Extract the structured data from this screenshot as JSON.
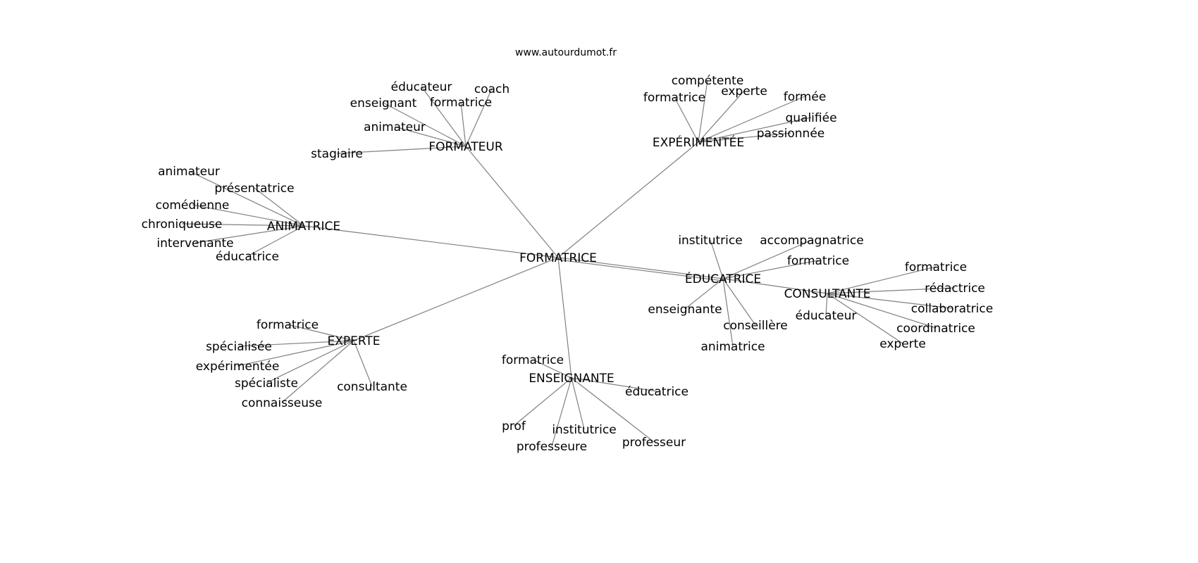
{
  "title": "www.autourdumot.fr",
  "colors": {
    "edge": "#808080",
    "text": "#000000"
  },
  "graph": {
    "center": "FORMATRICE",
    "hubs": [
      {
        "label": "FORMATEUR",
        "leaves": [
          "éducateur",
          "coach",
          "enseignant",
          "formatrice",
          "stagiaire",
          "animateur"
        ]
      },
      {
        "label": "EXPÉRIMENTÉE",
        "leaves": [
          "compétente",
          "formatrice",
          "experte",
          "formée",
          "qualifiée",
          "passionnée"
        ]
      },
      {
        "label": "ANIMATRICE",
        "leaves": [
          "animateur",
          "présentatrice",
          "comédienne",
          "chroniqueuse",
          "intervenante",
          "éducatrice"
        ]
      },
      {
        "label": "ÉDUCATRICE",
        "leaves": [
          "institutrice",
          "accompagnatrice",
          "formatrice",
          "enseignante",
          "conseillère",
          "animatrice"
        ]
      },
      {
        "label": "CONSULTANTE",
        "parent": "ÉDUCATRICE",
        "leaves": [
          "formatrice",
          "rédactrice",
          "collaboratrice",
          "coordinatrice",
          "experte",
          "éducateur"
        ]
      },
      {
        "label": "EXPERTE",
        "leaves": [
          "formatrice",
          "spécialisée",
          "expérimentée",
          "spécialiste",
          "consultante",
          "connaisseuse"
        ]
      },
      {
        "label": "ENSEIGNANTE",
        "leaves": [
          "formatrice",
          "éducatrice",
          "prof",
          "institutrice",
          "professeur",
          "professeure"
        ]
      }
    ]
  }
}
